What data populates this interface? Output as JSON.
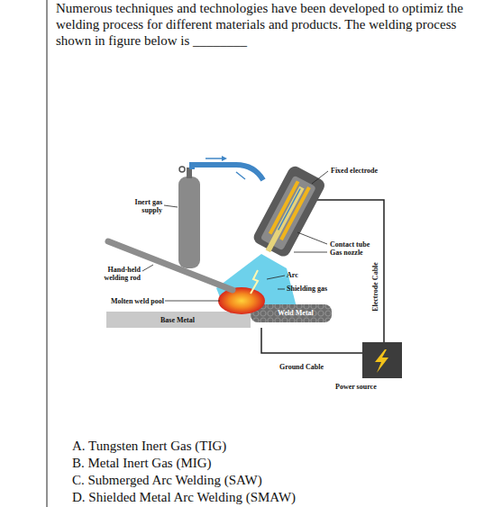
{
  "diagram": {
    "title": "Numerous techniques and technologies have been developed to optimiz the welding process for different materials and products. The welding process shown in figure below is ________",
    "labels": [
      "Fixed electrode",
      "Inert gas supply",
      "Contact tube",
      "Gas nozzle",
      "Hand-held welding rod",
      "Arc",
      "Shielding gas",
      "Molten weld pool",
      "Weld Metal",
      "Base Metal",
      "Electrode Cable",
      "Ground Cable",
      "Power source",
      "A. Tungsten Inert Gas (TIG)",
      "B. Metal Inert Gas (MIG)",
      "C. Submerged Arc Welding (SAW)",
      "D. Shielded Metal Arc Welding (SMAW)"
    ]
  }
}
